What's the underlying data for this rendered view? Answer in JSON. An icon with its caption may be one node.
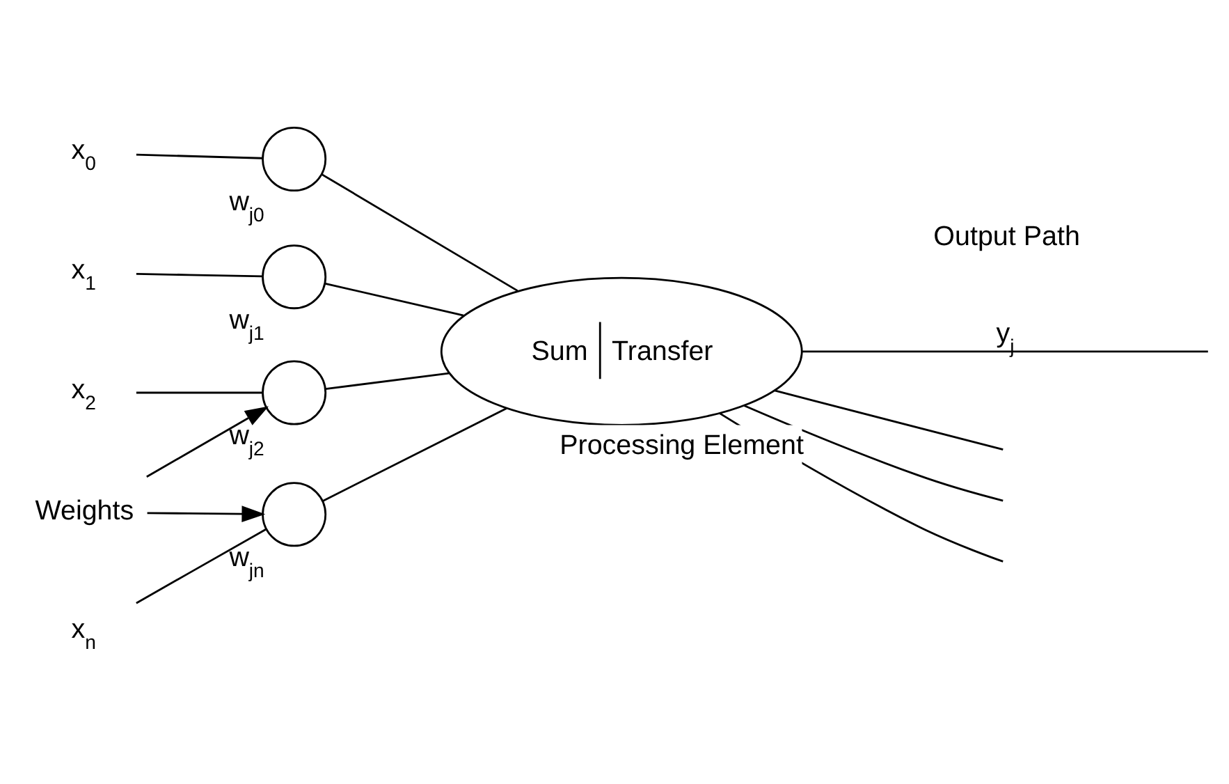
{
  "diagram": {
    "nodes": [
      {
        "text": [
          "x$_{0}$"
        ]
      },
      {
        "text": [],
        "shape": "circle",
        "beside": [
          "w$_{j0}$"
        ]
      },
      {
        "text": [
          "x$_{1}$"
        ]
      },
      {
        "text": [],
        "shape": "circle",
        "beside": [
          "w$_{j1}$"
        ]
      },
      {
        "text": [
          "x$_{2}$"
        ]
      },
      {
        "text": [],
        "shape": "circle",
        "beside": [
          "w$_{j2}$"
        ]
      },
      {
        "text": [
          "x$_{n}$"
        ]
      },
      {
        "text": [],
        "shape": "circle",
        "beside": [
          "w$_{jn}$"
        ]
      },
      {
        "text": [
          "Sum",
          "Transfer"
        ],
        "beside": [
          "Processing Element"
        ]
      },
      {
        "text": [
          "Weights"
        ]
      }
    ],
    "edges": [
      {
        "from": 0,
        "to": 1,
        "arrow": "none"
      },
      {
        "from": 1,
        "to": 8,
        "arrow": "none"
      },
      {
        "from": 2,
        "to": 3,
        "arrow": "none"
      },
      {
        "from": 3,
        "to": 8,
        "arrow": "none"
      },
      {
        "from": 4,
        "to": 5,
        "arrow": "none"
      },
      {
        "from": 5,
        "to": 8,
        "arrow": "none"
      },
      {
        "from": 6,
        "to": 7,
        "arrow": "none"
      },
      {
        "from": 7,
        "to": 8,
        "arrow": "none"
      },
      {
        "from": 9,
        "to": 5,
        "arrow": "to"
      },
      {
        "from": 9,
        "to": 7,
        "arrow": "to"
      },
      {
        "from": 8,
        "to": null,
        "arrow": "none",
        "label": "y$_{j}$"
      },
      {
        "from": 8,
        "to": null,
        "arrow": "none"
      },
      {
        "from": 8,
        "to": null,
        "arrow": "none"
      },
      {
        "from": 8,
        "to": null,
        "arrow": "none"
      }
    ],
    "labels": [
      "Output Path"
    ]
  }
}
